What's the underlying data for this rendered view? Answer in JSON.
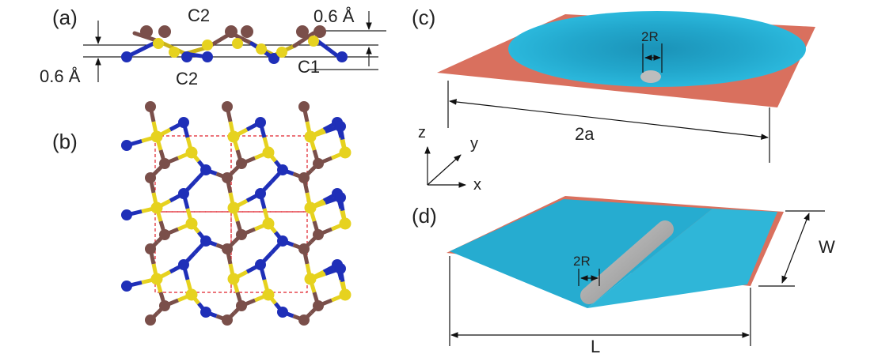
{
  "panels": {
    "a": "(a)",
    "b": "(b)",
    "c": "(c)",
    "d": "(d)"
  },
  "panel_a": {
    "atom_labels": [
      "C2",
      "C2",
      "C1"
    ],
    "dim_top": "0.6 Å",
    "dim_left": "0.6 Å"
  },
  "panel_c": {
    "radius_label": "2R",
    "width_label": "2a",
    "axes": {
      "z": "z",
      "y": "y",
      "x": "x"
    }
  },
  "panel_d": {
    "radius_label": "2R",
    "length_label": "L",
    "width_label": "W"
  },
  "colors": {
    "carbon": "#7a4f4a",
    "sulfur": "#e6d21f",
    "nitrogen": "#1f2fb8",
    "membrane": "#24aed0",
    "membrane_edge": "#d9705e",
    "indenter": "#a9a9a9",
    "cell": "#e0202a"
  }
}
